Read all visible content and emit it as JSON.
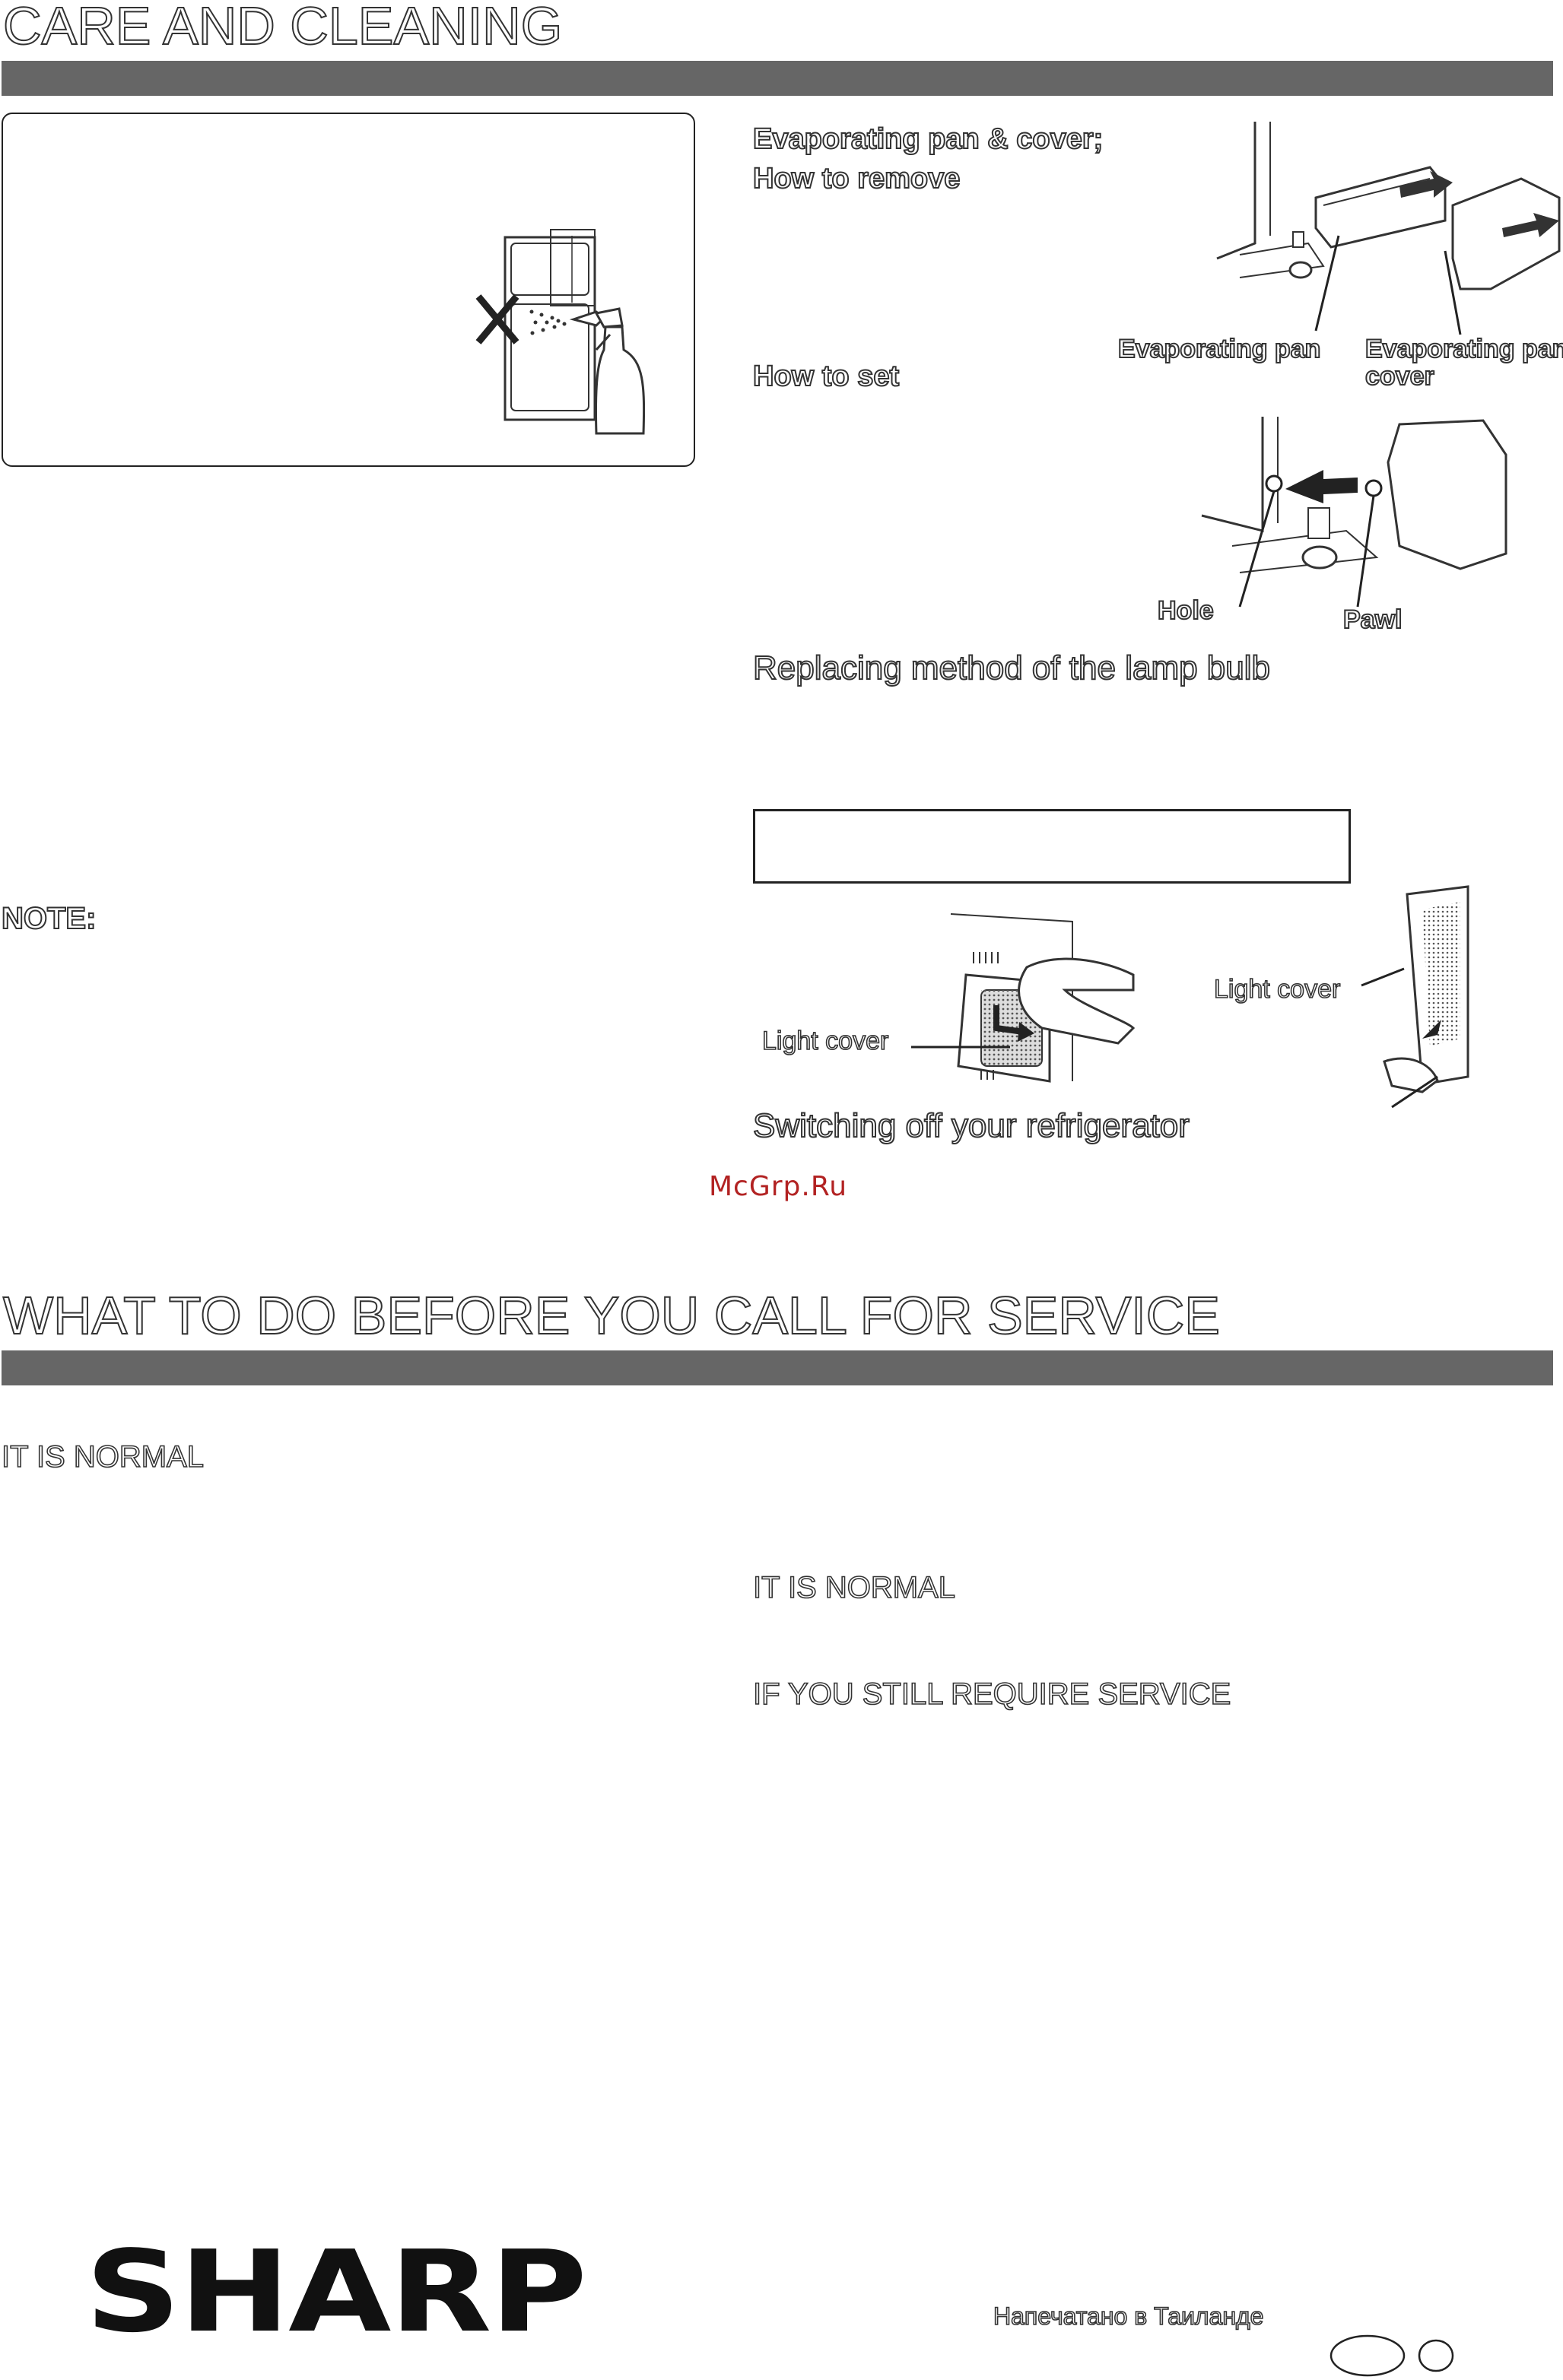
{
  "care": {
    "heading": "CARE AND CLEANING",
    "evap_title_1": "Evaporating pan & cover;",
    "evap_title_2": "How to remove",
    "how_to_set": "How to set",
    "label_evap_pan": "Evaporating pan",
    "label_evap_cover_1": "Evaporating pan",
    "label_evap_cover_2": "cover",
    "label_hole": "Hole",
    "label_pawl": "Pawl",
    "lamp_title": "Replacing method of the lamp bulb",
    "label_light_cover_left": "Light cover",
    "label_light_cover_right": "Light cover",
    "switch_off_title": "Switching off your refrigerator",
    "note": "NOTE:"
  },
  "watermark": "McGrp.Ru",
  "service": {
    "heading": "WHAT TO DO BEFORE YOU CALL FOR SERVICE",
    "normal_1": "IT IS NORMAL",
    "normal_2": "IT IS NORMAL",
    "still_require": "IF YOU STILL REQUIRE SERVICE"
  },
  "footer": {
    "brand": "SHARP",
    "printed_in": "Напечатано в Таиланде"
  },
  "colors": {
    "bar": "#666666",
    "outline": "#333333",
    "watermark": "#b22222"
  }
}
